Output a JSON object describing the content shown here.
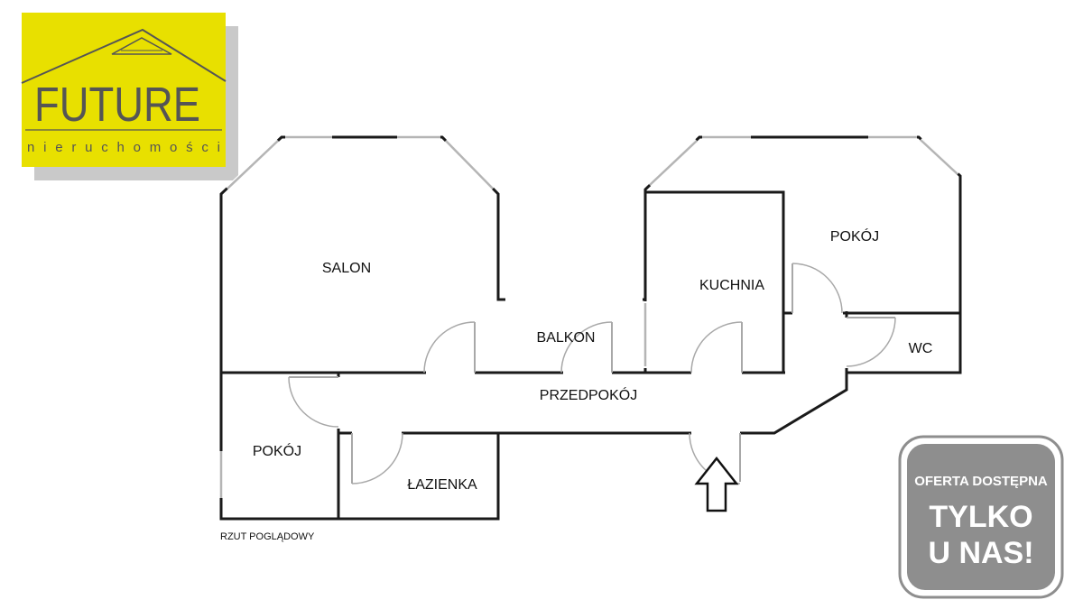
{
  "logo": {
    "brand": "FUTURE",
    "subtitle": "nieruchomości",
    "background_color": "#e8e000",
    "text_color": "#555555"
  },
  "floorplan": {
    "rooms": {
      "salon": "SALON",
      "balkon": "BALKON",
      "kuchnia": "KUCHNIA",
      "pokoj_right": "POKÓJ",
      "wc": "WC",
      "przedpokoj": "PRZEDPOKÓJ",
      "pokoj_left": "POKÓJ",
      "lazienka": "ŁAZIENKA"
    },
    "caption": "RZUT POGLĄDOWY",
    "wall_color": "#1a1a1a",
    "window_color": "#b5b5b5",
    "entrance_icon": "up-arrow-outline-icon"
  },
  "badge": {
    "line1": "OFERTA DOSTĘPNA",
    "line2": "TYLKO",
    "line3": "U NAS!",
    "background_color": "#8e8e8e"
  }
}
